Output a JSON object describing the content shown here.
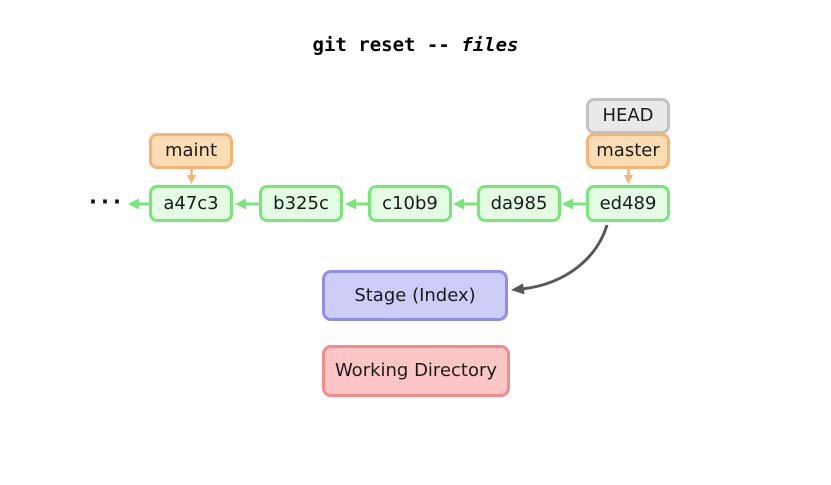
{
  "title": {
    "command": "git reset -- ",
    "argument": "files"
  },
  "ellipsis": "···",
  "head": {
    "label": "HEAD"
  },
  "branches": [
    {
      "id": "maint",
      "label": "maint"
    },
    {
      "id": "master",
      "label": "master"
    }
  ],
  "commits": [
    {
      "label": "a47c3"
    },
    {
      "label": "b325c"
    },
    {
      "label": "c10b9"
    },
    {
      "label": "da985"
    },
    {
      "label": "ed489"
    }
  ],
  "areas": {
    "stage": "Stage (Index)",
    "working_directory": "Working Directory"
  },
  "colors": {
    "commit_border": "#77e777",
    "commit_fill": "#e3fce3",
    "branch_border": "#f5b374",
    "branch_fill": "#fcdcb2",
    "head_border": "#c2c2c2",
    "head_fill": "#e9e9e9",
    "stage_border": "#8f8fe8",
    "stage_fill": "#cdcdf8",
    "working_border": "#f58a8a",
    "working_fill": "#fcc6c6",
    "arrow_dark": "#575757"
  }
}
